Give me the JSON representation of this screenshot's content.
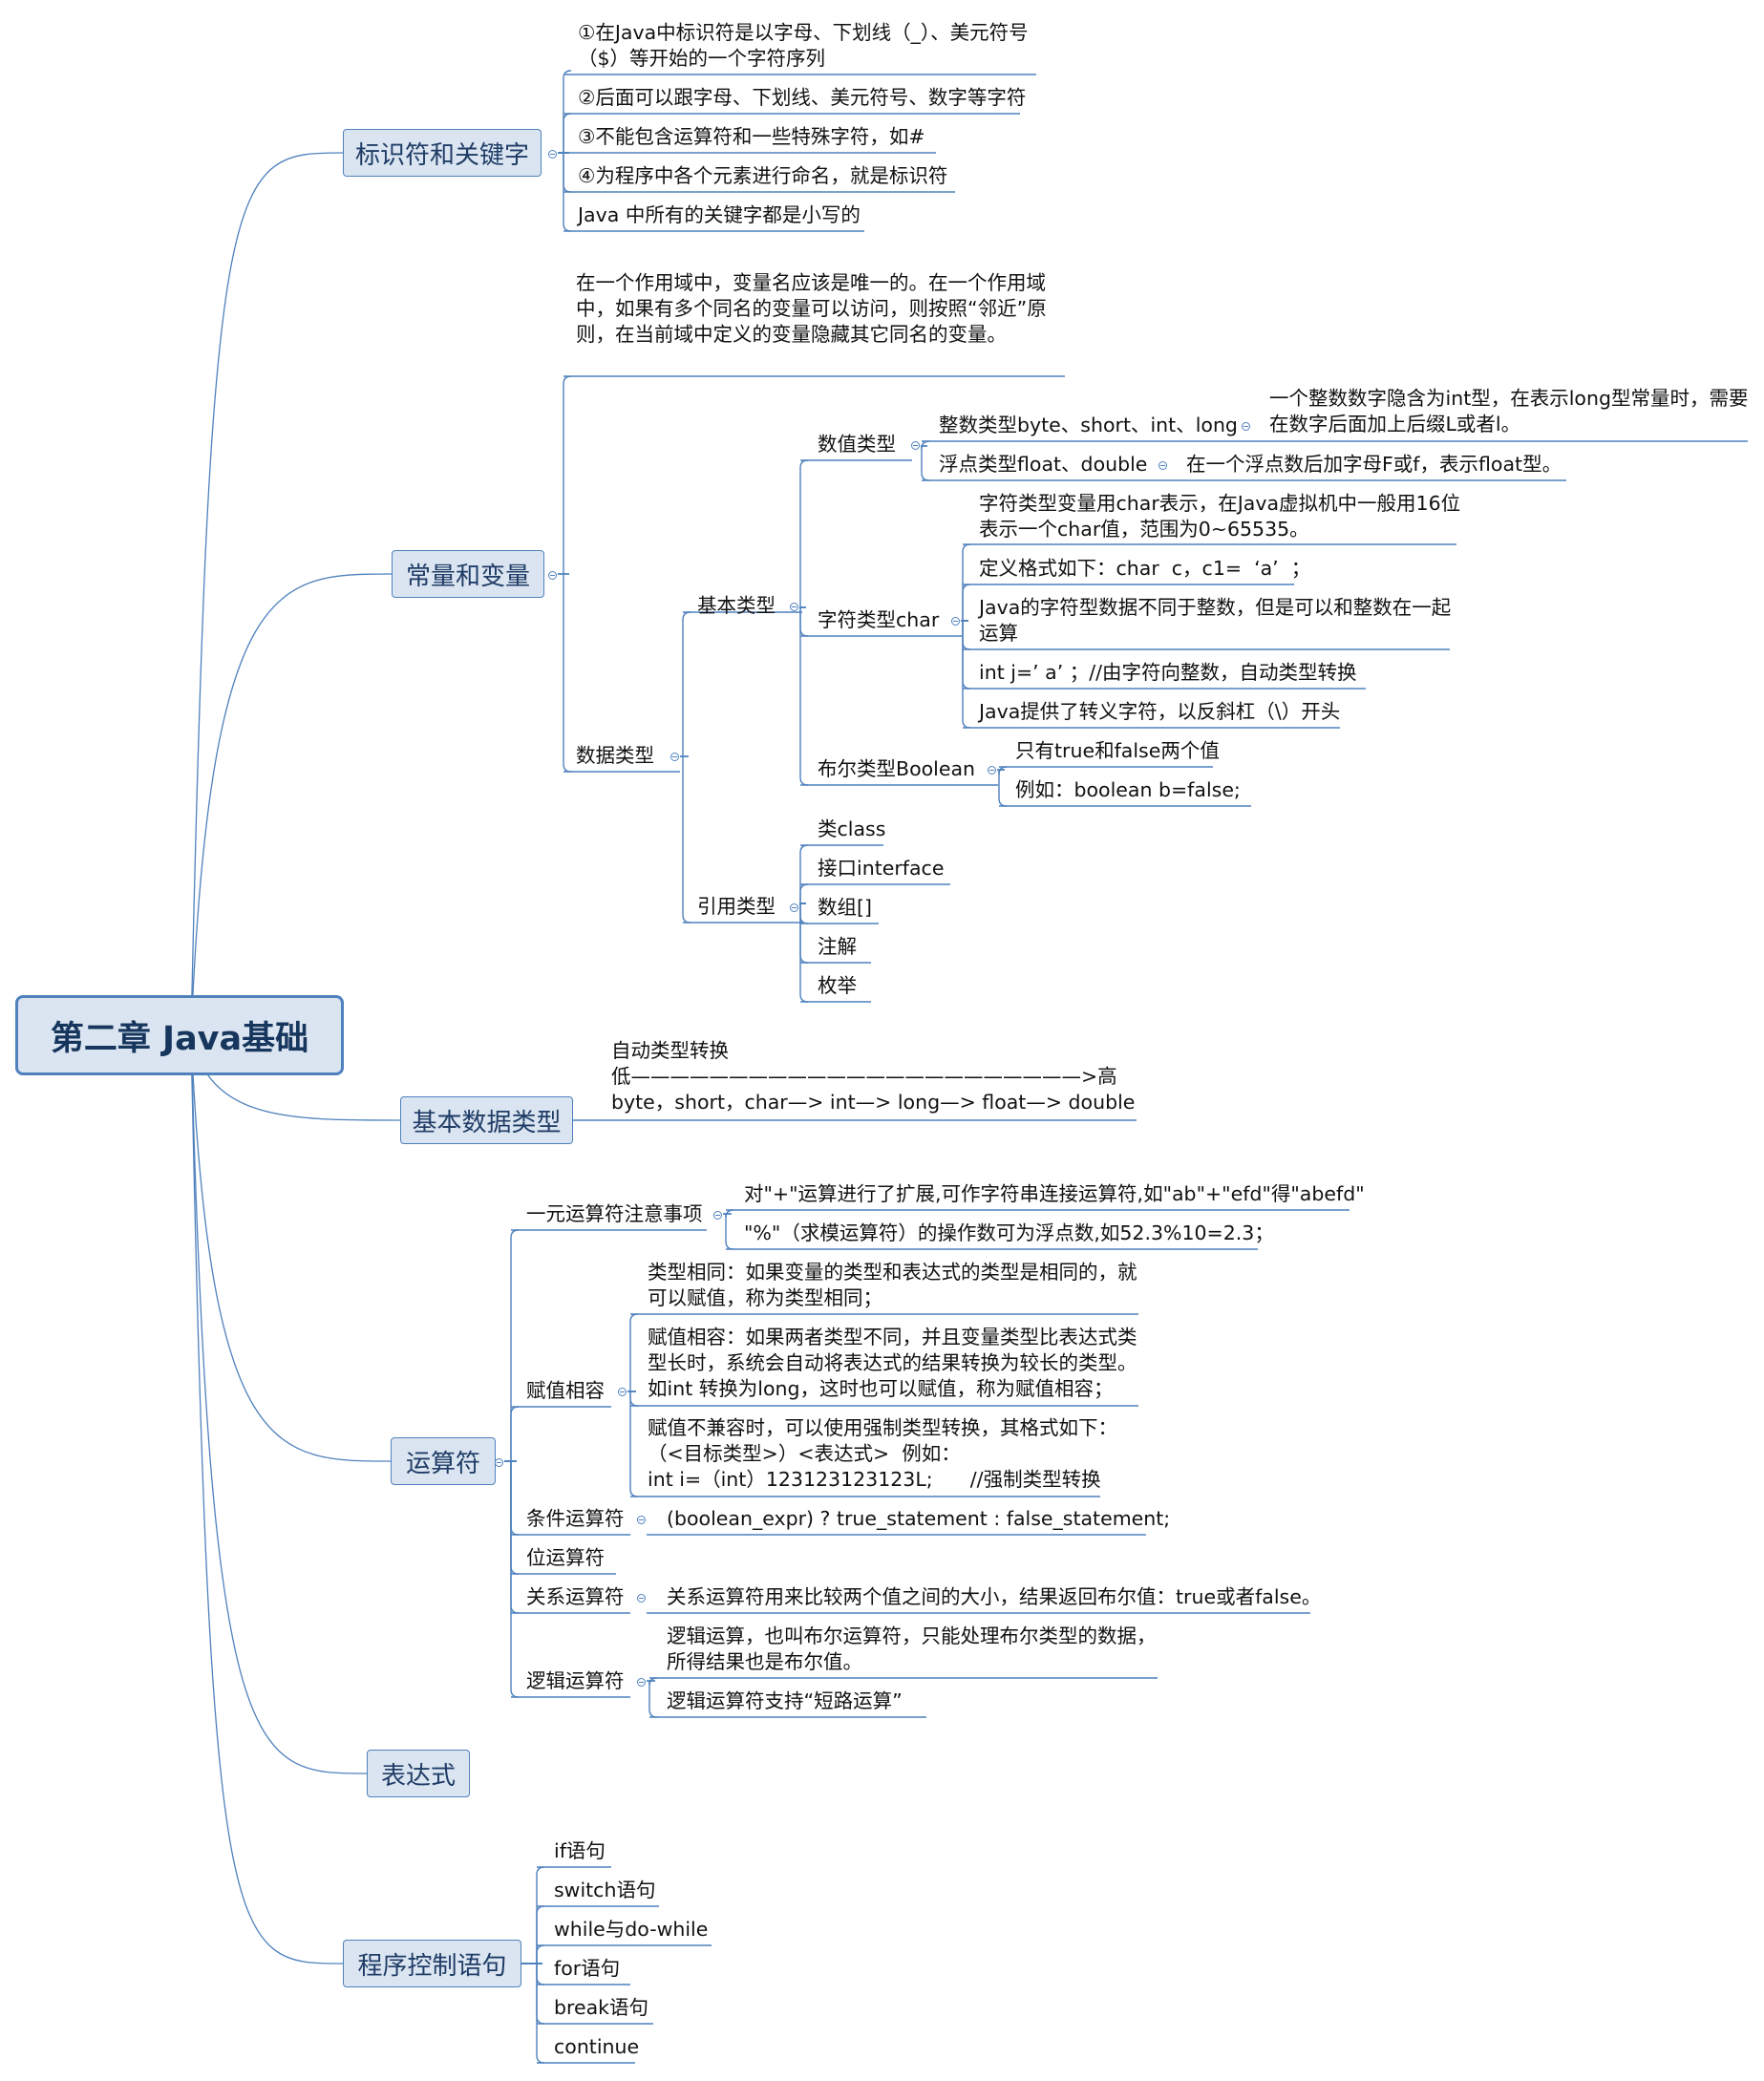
{
  "root": {
    "title": "第二章 Java基础"
  },
  "identifiers": {
    "title": "标识符和关键字",
    "items": [
      "①在Java中标识符是以字母、下划线（_）、美元符号\n（$）等开始的一个字符序列",
      "②后面可以跟字母、下划线、美元符号、数字等字符",
      "③不能包含运算符和一些特殊字符，如#",
      "④为程序中各个元素进行命名，就是标识符",
      "Java 中所有的关键字都是小写的"
    ]
  },
  "constants": {
    "title": "常量和变量",
    "scope_note": "在一个作用域中，变量名应该是唯一的。在一个作用域\n中，如果有多个同名的变量可以访问，则按照“邻近”原\n则，在当前域中定义的变量隐藏其它同名的变量。",
    "data_types": "数据类型",
    "basic": "基本类型",
    "numeric": "数值类型",
    "integer": "整数类型byte、short、int、long",
    "integer_note": "一个整数数字隐含为int型，在表示long型常量时，需要\n在数字后面加上后缀L或者l。",
    "float": "浮点类型float、double",
    "float_note": "在一个浮点数后加字母F或f，表示float型。",
    "char": "字符类型char",
    "char_items": [
      "字符类型变量用char表示，在Java虚拟机中一般用16位\n表示一个char值，范围为0~65535。",
      "定义格式如下：char  c，c1=  ‘a’  ；",
      "Java的字符型数据不同于整数，但是可以和整数在一起\n运算",
      "int j=’ a’ ；//由字符向整数，自动类型转换",
      "Java提供了转义字符，以反斜杠（\\）开头"
    ],
    "boolean": "布尔类型Boolean",
    "boolean_items": [
      "只有true和false两个值",
      "例如：boolean b=false;"
    ],
    "reference": "引用类型",
    "reference_items": [
      "类class",
      "接口interface",
      "数组[]",
      "注解",
      "枚举"
    ]
  },
  "basic_data": {
    "title": "基本数据类型",
    "note": "自动类型转换\n低———————————————————————>高\nbyte，short，char—> int—> long—> float—> double"
  },
  "operators": {
    "title": "运算符",
    "unary": "一元运算符注意事项",
    "unary_items": [
      "对\"+\"运算进行了扩展,可作字符串连接运算符,如\"ab\"+\"efd\"得\"abefd\"",
      "\"%\"（求模运算符）的操作数可为浮点数,如52.3%10=2.3；"
    ],
    "assign": "赋值相容",
    "assign_items": [
      "类型相同：如果变量的类型和表达式的类型是相同的，就\n可以赋值，称为类型相同；",
      "赋值相容：如果两者类型不同，并且变量类型比表达式类\n型长时，系统会自动将表达式的结果转换为较长的类型。\n如int 转换为long，这时也可以赋值，称为赋值相容；",
      "赋值不兼容时，可以使用强制类型转换，其格式如下：\n（<目标类型>）<表达式>  例如：\nint i=（int）123123123123L;      //强制类型转换"
    ],
    "conditional": "条件运算符",
    "conditional_item": "(boolean_expr) ? true_statement : false_statement;",
    "bitwise": "位运算符",
    "relational": "关系运算符",
    "relational_item": "关系运算符用来比较两个值之间的大小，结果返回布尔值：true或者false。",
    "logical": "逻辑运算符",
    "logical_items": [
      "逻辑运算，也叫布尔运算符，只能处理布尔类型的数据，\n所得结果也是布尔值。",
      "逻辑运算符支持“短路运算”"
    ]
  },
  "expression": {
    "title": "表达式"
  },
  "control": {
    "title": "程序控制语句",
    "items": [
      "if语句",
      "switch语句",
      "while与do-while",
      "for语句",
      "break语句",
      "continue"
    ]
  }
}
